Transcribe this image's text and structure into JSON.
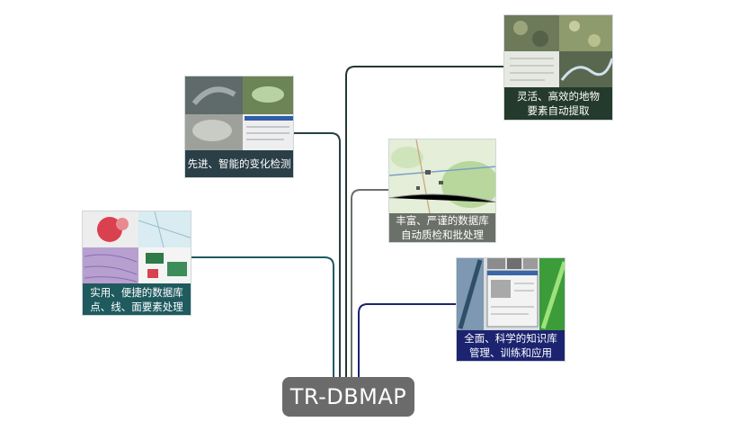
{
  "root": {
    "label": "TR-DBMAP"
  },
  "branches": [
    {
      "id": "extraction",
      "lines": [
        "灵活、高效的地物",
        "要素自动提取"
      ],
      "color": "#243a2c",
      "image": "satellite-tiles-image"
    },
    {
      "id": "change-detection",
      "lines": [
        "先进、智能的变化检测"
      ],
      "color": "#2a3f47",
      "image": "aerial-change-image"
    },
    {
      "id": "database-qc",
      "lines": [
        "丰富、严谨的数据库",
        "自动质检和批处理"
      ],
      "color": "#6b7168",
      "image": "topographic-map-image"
    },
    {
      "id": "feature-processing",
      "lines": [
        "实用、便捷的数据库",
        "点、线、面要素处理"
      ],
      "color": "#1f5a5f",
      "image": "vector-map-tiles-image"
    },
    {
      "id": "knowledge-base",
      "lines": [
        "全面、科学的知识库",
        "管理、训练和应用"
      ],
      "color": "#1c2470",
      "image": "knowledge-screens-image"
    }
  ]
}
